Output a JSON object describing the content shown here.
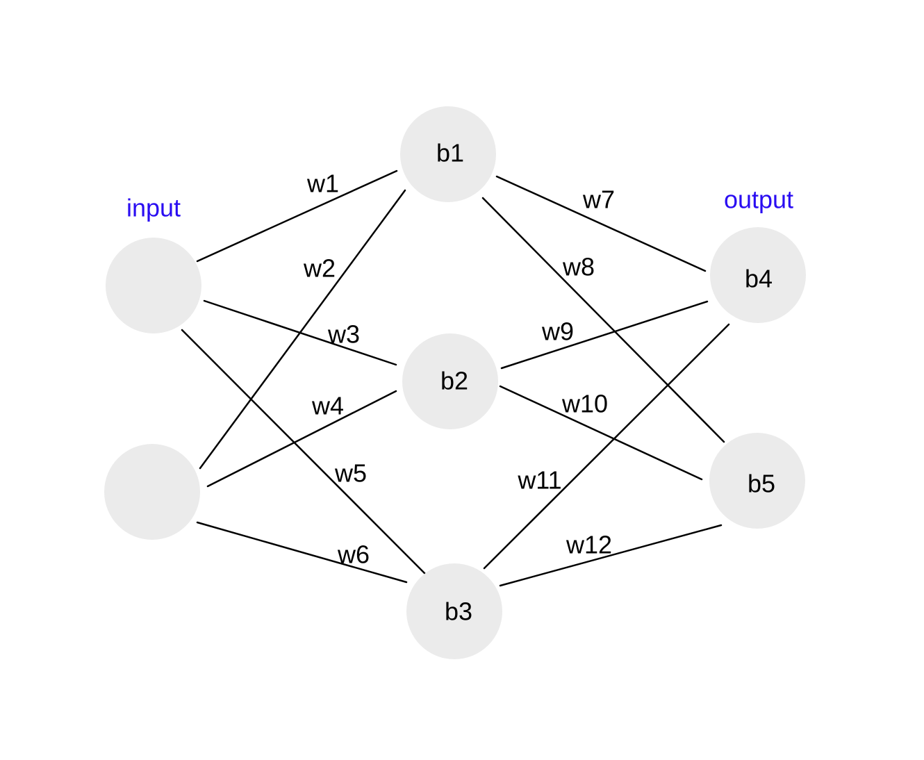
{
  "colors": {
    "node_fill": "#ebebeb",
    "edge": "#000000",
    "layer_label": "#2a0df2",
    "text": "#000000"
  },
  "layer_labels": {
    "input": "input",
    "output": "output"
  },
  "nodes": {
    "in1": "",
    "in2": "",
    "b1": "b1",
    "b2": "b2",
    "b3": "b3",
    "b4": "b4",
    "b5": "b5"
  },
  "edges": [
    {
      "id": "w1",
      "from": "in1",
      "to": "b1",
      "label": "w1"
    },
    {
      "id": "w2",
      "from": "in2",
      "to": "b1",
      "label": "w2"
    },
    {
      "id": "w3",
      "from": "in1",
      "to": "b2",
      "label": "w3"
    },
    {
      "id": "w4",
      "from": "in2",
      "to": "b2",
      "label": "w4"
    },
    {
      "id": "w5",
      "from": "in1",
      "to": "b3",
      "label": "w5"
    },
    {
      "id": "w6",
      "from": "in2",
      "to": "b3",
      "label": "w6"
    },
    {
      "id": "w7",
      "from": "b1",
      "to": "b4",
      "label": "w7"
    },
    {
      "id": "w8",
      "from": "b1",
      "to": "b5",
      "label": "w8"
    },
    {
      "id": "w9",
      "from": "b2",
      "to": "b4",
      "label": "w9"
    },
    {
      "id": "w10",
      "from": "b2",
      "to": "b5",
      "label": "w10"
    },
    {
      "id": "w11",
      "from": "b3",
      "to": "b4",
      "label": "w11"
    },
    {
      "id": "w12",
      "from": "b3",
      "to": "b5",
      "label": "w12"
    }
  ]
}
